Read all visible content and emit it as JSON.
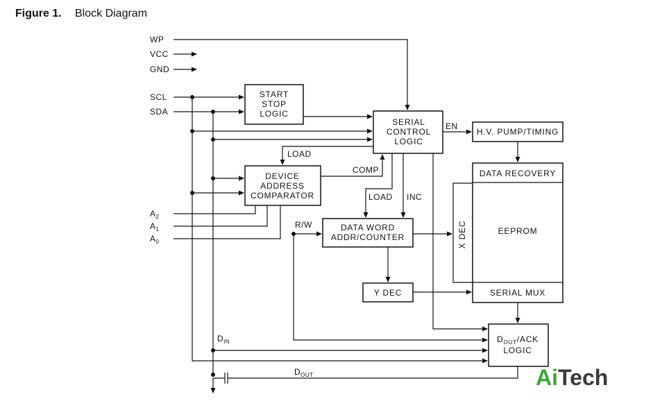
{
  "figure": {
    "label": "Figure 1.",
    "title": "Block Diagram"
  },
  "pins": {
    "wp": "WP",
    "vcc": "VCC",
    "gnd": "GND",
    "scl": "SCL",
    "sda": "SDA",
    "a2": "A",
    "a2_sub": "2",
    "a1": "A",
    "a1_sub": "1",
    "a0": "A",
    "a0_sub": "0"
  },
  "blocks": {
    "start_stop": [
      "START",
      "STOP",
      "LOGIC"
    ],
    "serial_control": [
      "SERIAL",
      "CONTROL",
      "LOGIC"
    ],
    "hv_pump": "H.V. PUMP/TIMING",
    "device_address": [
      "DEVICE",
      "ADDRESS",
      "COMPARATOR"
    ],
    "data_recovery": "DATA RECOVERY",
    "x_dec": "X DEC",
    "eeprom": "EEPROM",
    "data_word": [
      "DATA WORD",
      "ADDR/COUNTER"
    ],
    "y_dec": "Y DEC",
    "serial_mux": "SERIAL MUX",
    "dout_ack": {
      "d": "D",
      "sub": "OUT",
      "rest": "/ACK",
      "line2": "LOGIC"
    }
  },
  "signals": {
    "en": "EN",
    "load_top": "LOAD",
    "comp": "COMP",
    "load_mid": "LOAD",
    "inc": "INC",
    "rw": "R/W",
    "din": "D",
    "din_sub": "IN",
    "dout": "D",
    "dout_sub": "OUT"
  },
  "logo": {
    "part1": "Ai",
    "part2": "Tech"
  }
}
